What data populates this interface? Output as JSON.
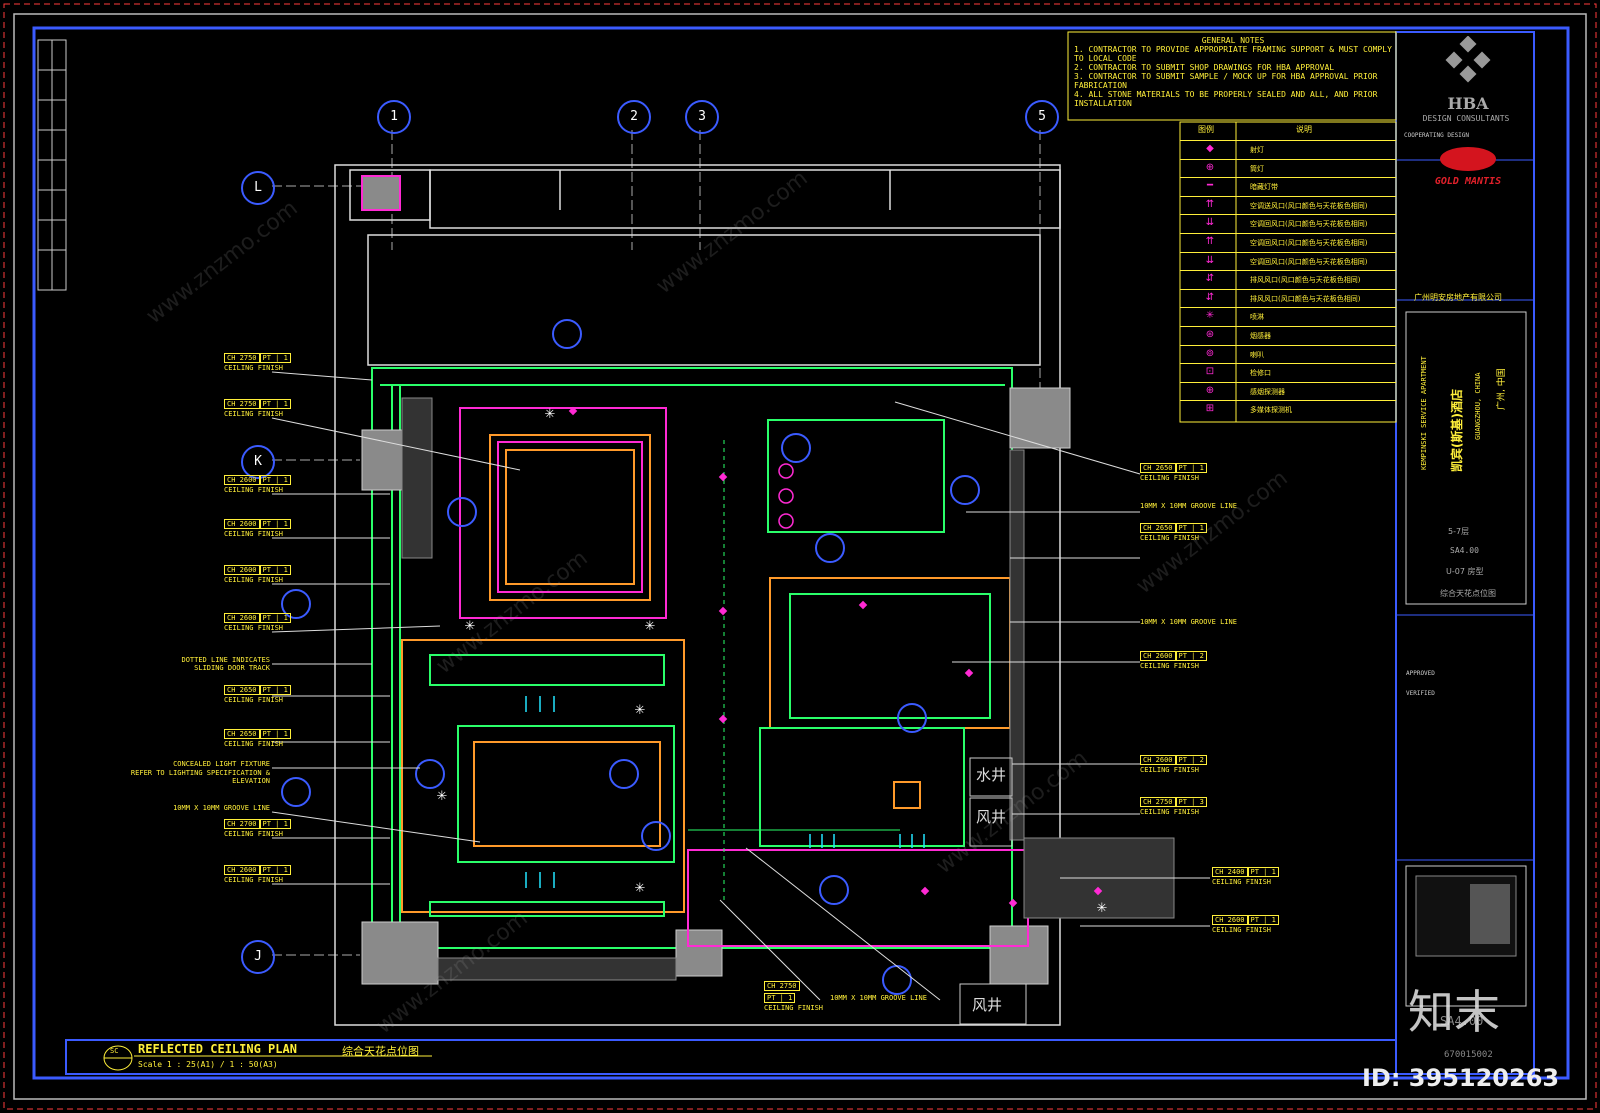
{
  "grid_bubbles": {
    "col_1": "1",
    "col_2": "2",
    "col_3": "3",
    "col_5": "5",
    "row_L": "L",
    "row_K": "K",
    "row_J": "J"
  },
  "general_notes": {
    "title": "GENERAL NOTES",
    "lines": [
      "1. CONTRACTOR TO PROVIDE APPROPRIATE FRAMING SUPPORT & MUST COMPLY TO LOCAL CODE",
      "2. CONTRACTOR TO SUBMIT SHOP DRAWINGS FOR HBA APPROVAL",
      "3. CONTRACTOR TO SUBMIT SAMPLE / MOCK UP FOR HBA APPROVAL PRIOR FABRICATION",
      "4. ALL STONE MATERIALS TO BE PROPERLY SEALED AND ALL, AND PRIOR INSTALLATION"
    ]
  },
  "legend": {
    "header_symbol": "图例",
    "header_desc": "说明",
    "rows": [
      {
        "icon": "diamond-icon",
        "symbol": "◆",
        "desc": "射灯"
      },
      {
        "icon": "downlight-icon",
        "symbol": "⊕",
        "desc": "筒灯"
      },
      {
        "icon": "strip-light-icon",
        "symbol": "━",
        "desc": "暗藏灯带"
      },
      {
        "icon": "supply-diffuser-icon",
        "symbol": "⇈",
        "desc": "空调送风口(风口颜色与天花板色相同)"
      },
      {
        "icon": "return-diffuser-icon",
        "symbol": "⇊",
        "desc": "空调回风口(风口颜色与天花板色相同)"
      },
      {
        "icon": "linear-diffuser-icon",
        "symbol": "⇈",
        "desc": "空调回风口(风口颜色与天花板色相同)"
      },
      {
        "icon": "linear-return-icon",
        "symbol": "⇊",
        "desc": "空调回风口(风口颜色与天花板色相同)"
      },
      {
        "icon": "exhaust-icon",
        "symbol": "⇵",
        "desc": "排风风口(风口颜色与天花板色相同)"
      },
      {
        "icon": "exhaust2-icon",
        "symbol": "⇵",
        "desc": "排风风口(风口颜色与天花板色相同)"
      },
      {
        "icon": "sprinkler-icon",
        "symbol": "✳",
        "desc": "喷淋"
      },
      {
        "icon": "smoke-detector-icon",
        "symbol": "⊛",
        "desc": "烟感器"
      },
      {
        "icon": "speaker-icon",
        "symbol": "⊚",
        "desc": "喇叭"
      },
      {
        "icon": "access-panel-icon",
        "symbol": "⊡",
        "desc": "检修口"
      },
      {
        "icon": "smoke-detector2-icon",
        "symbol": "⊕",
        "desc": "感烟探测器"
      },
      {
        "icon": "multi-detector-icon",
        "symbol": "⊞",
        "desc": "多媒体探测机"
      }
    ]
  },
  "title_block": {
    "logo_name": "HBA",
    "logo_sub": "DESIGN CONSULTANTS",
    "cooperating": "COOPERATING DESIGN",
    "client_logo": "GOLD MANTIS",
    "owner": "广州明安房地产有限公司",
    "project_en": "KEMPINSKI SERVICE APARTMENT",
    "project_cn": "凯宾(斯基)酒店",
    "city_en": "GUANGZHOU, CHINA",
    "city_cn": "广州, 中国",
    "floor": "5-7层",
    "sheet_no": "SA4.00",
    "room_type": "U-07 房型",
    "drawing_title": "综合天花点位图",
    "approved": "APPROVED",
    "verified": "VERIFIED",
    "sheet_ref": "SA4.00",
    "job_no": "670015002"
  },
  "plan_title": {
    "title_en": "REFLECTED CEILING PLAN",
    "title_cn": "综合天花点位图",
    "scale": "Scale 1 : 25(A1) / 1 : 50(A3)",
    "ref": "SC"
  },
  "left_tags": [
    {
      "ch": "CH 2750",
      "pt": "PT | 1",
      "finish": "CEILING FINISH"
    },
    {
      "ch": "CH 2750",
      "pt": "PT | 1",
      "finish": "CEILING FINISH"
    },
    {
      "ch": "CH 2600",
      "pt": "PT | 1",
      "finish": "CEILING FINISH"
    },
    {
      "ch": "CH 2600",
      "pt": "PT | 1",
      "finish": "CEILING FINISH"
    },
    {
      "ch": "CH 2600",
      "pt": "PT | 1",
      "finish": "CEILING FINISH"
    },
    {
      "ch": "CH 2600",
      "pt": "PT | 1",
      "finish": "CEILING FINISH"
    }
  ],
  "left_notes": {
    "sliding": "DOTTED LINE INDICATES SLIDING DOOR TRACK",
    "concealed_1": "CONCEALED LIGHT FIXTURE",
    "concealed_2": "REFER TO LIGHTING SPECIFICATION & ELEVATION",
    "groove": "10MM X 10MM GROOVE LINE"
  },
  "left_tags_lower": [
    {
      "ch": "CH 2650",
      "pt": "PT | 1",
      "finish": "CEILING FINISH"
    },
    {
      "ch": "CH 2650",
      "pt": "PT | 1",
      "finish": "CEILING FINISH"
    },
    {
      "ch": "CH 2700",
      "pt": "PT | 1",
      "finish": "CEILING FINISH"
    },
    {
      "ch": "CH 2600",
      "pt": "PT | 1",
      "finish": "CEILING FINISH"
    }
  ],
  "right_tags": [
    {
      "ch": "CH 2650",
      "pt": "PT | 1",
      "finish": "CEILING FINISH"
    },
    {
      "ch": "CH 2650",
      "pt": "PT | 1",
      "finish": "CEILING FINISH"
    },
    {
      "ch": "CH 2600",
      "pt": "PT | 2",
      "finish": "CEILING FINISH"
    },
    {
      "ch": "CH 2600",
      "pt": "PT | 2",
      "finish": "CEILING FINISH"
    },
    {
      "ch": "CH 2750",
      "pt": "PT | 3",
      "finish": "CEILING FINISH"
    },
    {
      "ch": "CH 2400",
      "pt": "PT | 1",
      "finish": "CEILING FINISH"
    },
    {
      "ch": "CH 2600",
      "pt": "PT | 1",
      "finish": "CEILING FINISH"
    }
  ],
  "right_notes": {
    "groove_1": "10MM X 10MM GROOVE LINE",
    "groove_2": "10MM X 10MM GROOVE LINE",
    "groove_3": "10MM X 10MM GROOVE LINE",
    "bottom_tag_ch": "CH 2750",
    "bottom_tag_pt": "PT | 1",
    "bottom_tag_finish": "CEILING FINISH"
  },
  "shafts": {
    "water": "水井",
    "wind1": "风井",
    "wind2": "风井"
  },
  "watermark": {
    "brand": "知末",
    "id": "ID: 395120263",
    "site": "www.znzmo.com"
  },
  "colors": {
    "background": "#000000",
    "frame": "#3b5bff",
    "text": "#ffef3a",
    "magenta": "#ff2ad4",
    "green": "#2aff6a",
    "cyan": "#22e6ff",
    "orange": "#ff9a2a",
    "gray_fill": "#8a8a8a"
  }
}
